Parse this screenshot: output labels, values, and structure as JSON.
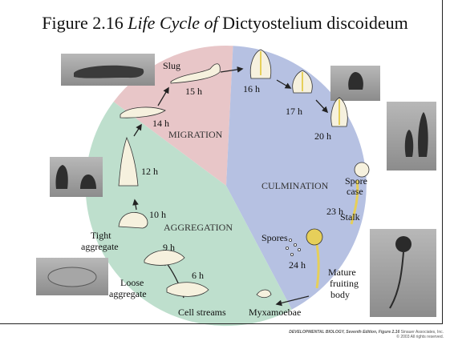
{
  "title": {
    "prefix": "Figure 2.16 ",
    "italic_part": "Life Cycle of",
    "suffix": " Dictyostelium discoideum"
  },
  "phases": {
    "migration": "MIGRATION",
    "culmination": "CULMINATION",
    "aggregation": "AGGREGATION"
  },
  "times": {
    "t6": "6 h",
    "t9": "9 h",
    "t10": "10 h",
    "t12": "12 h",
    "t14": "14 h",
    "t15": "15 h",
    "t16": "16 h",
    "t17": "17 h",
    "t20": "20 h",
    "t23": "23 h",
    "t24": "24 h"
  },
  "stage_labels": {
    "slug": "Slug",
    "tight_1": "Tight",
    "tight_2": "aggregate",
    "loose_1": "Loose",
    "loose_2": "aggregate",
    "cell_streams": "Cell streams",
    "myxamoebae": "Myxamoebae",
    "spore_case_1": "Spore",
    "spore_case_2": "case",
    "stalk": "Stalk",
    "spores": "Spores",
    "mature_1": "Mature",
    "mature_2": "fruiting",
    "mature_3": "body"
  },
  "credit": {
    "source": "DEVELOPMENTAL BIOLOGY, Seventh Edition, Figure 2.16",
    "publisher": " Sinauer Associates, Inc.",
    "copyright": "© 2003 All rights reserved."
  },
  "colors": {
    "migration": "#e8c6c8",
    "culmination": "#b6c1e2",
    "aggregation": "#bedfcd",
    "cell_fill": "#f6f1de",
    "cell_highlight": "#e6cf5a",
    "arrow": "#222222",
    "photo": "#8a8a8a"
  }
}
